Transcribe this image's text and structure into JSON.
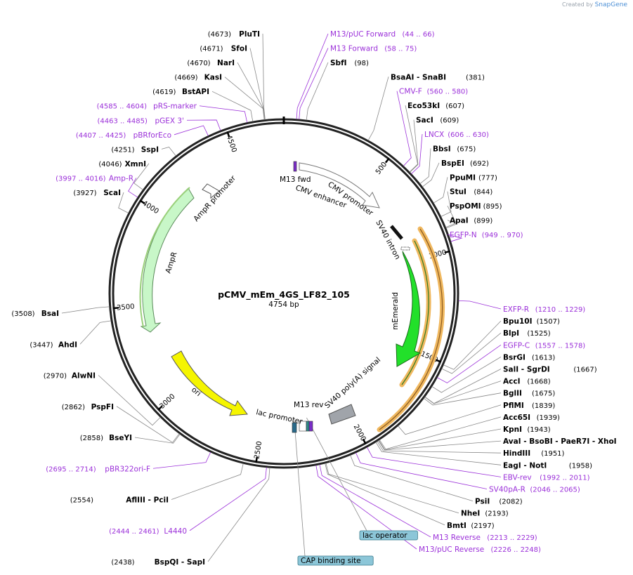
{
  "credit": {
    "prefix": "Created by",
    "brand": "SnapGene"
  },
  "plasmid": {
    "name": "pCMV_mEm_4GS_LF82_105",
    "size_text": "4754 bp",
    "length": 4754
  },
  "colors": {
    "feature": "#9b30d9",
    "enzyme": "#000000",
    "mEmerald": "#22e02a",
    "ori": "#f5f500",
    "AmpR": "#c8f7c8",
    "orf": "#f5b85c",
    "promoter": "#ffffff",
    "site_box": "#8cc6d8"
  },
  "ticks": [
    {
      "label": "500",
      "bp": 500
    },
    {
      "label": "1000",
      "bp": 1000
    },
    {
      "label": "1500",
      "bp": 1500
    },
    {
      "label": "2000",
      "bp": 2000
    },
    {
      "label": "2500",
      "bp": 2500
    },
    {
      "label": "3000",
      "bp": 3000
    },
    {
      "label": "3500",
      "bp": 3500
    },
    {
      "label": "4000",
      "bp": 4000
    },
    {
      "label": "4500",
      "bp": 4500
    }
  ],
  "enzymes": [
    {
      "name": "PluTI",
      "pos": "(4673)",
      "bp": 4673
    },
    {
      "name": "SfoI",
      "pos": "(4671)",
      "bp": 4671
    },
    {
      "name": "NarI",
      "pos": "(4670)",
      "bp": 4670
    },
    {
      "name": "KasI",
      "pos": "(4669)",
      "bp": 4669
    },
    {
      "name": "BstAPI",
      "pos": "(4619)",
      "bp": 4619
    },
    {
      "name": "SspI",
      "pos": "(4251)",
      "bp": 4251
    },
    {
      "name": "XmnI",
      "pos": "(4046)",
      "bp": 4046
    },
    {
      "name": "ScaI",
      "pos": "(3927)",
      "bp": 3927
    },
    {
      "name": "BsaI",
      "pos": "(3508)",
      "bp": 3508
    },
    {
      "name": "AhdI",
      "pos": "(3447)",
      "bp": 3447
    },
    {
      "name": "AlwNI",
      "pos": "(2970)",
      "bp": 2970
    },
    {
      "name": "PspFI",
      "pos": "(2862)",
      "bp": 2862
    },
    {
      "name": "BseYI",
      "pos": "(2858)",
      "bp": 2858
    },
    {
      "name": "AflIII",
      "name2": "PciI",
      "pos": "(2554)",
      "bp": 2554
    },
    {
      "name": "BspQI",
      "name2": "SapI",
      "pos": "(2438)",
      "bp": 2438
    },
    {
      "name": "SbfI",
      "pos": "(98)",
      "bp": 98
    },
    {
      "name": "BsaAI",
      "name2": "SnaBI",
      "pos": "(381)",
      "bp": 381
    },
    {
      "name": "Eco53kI",
      "pos": "(607)",
      "bp": 607
    },
    {
      "name": "SacI",
      "pos": "(609)",
      "bp": 609
    },
    {
      "name": "BbsI",
      "pos": "(675)",
      "bp": 675
    },
    {
      "name": "BspEI",
      "pos": "(692)",
      "bp": 692
    },
    {
      "name": "PpuMI",
      "pos": "(777)",
      "bp": 777
    },
    {
      "name": "StuI",
      "pos": "(844)",
      "bp": 844
    },
    {
      "name": "PspOMI",
      "pos": "(895)",
      "bp": 895
    },
    {
      "name": "ApaI",
      "pos": "(899)",
      "bp": 899
    },
    {
      "name": "Bpu10I",
      "pos": "(1507)",
      "bp": 1507
    },
    {
      "name": "BlpI",
      "pos": "(1525)",
      "bp": 1525
    },
    {
      "name": "BsrGI",
      "pos": "(1613)",
      "bp": 1613
    },
    {
      "name": "SalI",
      "name2": "SgrDI",
      "pos": "(1667)",
      "bp": 1667
    },
    {
      "name": "AccI",
      "pos": "(1668)",
      "bp": 1668
    },
    {
      "name": "BglII",
      "pos": "(1675)",
      "bp": 1675
    },
    {
      "name": "PflMI",
      "pos": "(1839)",
      "bp": 1839
    },
    {
      "name": "Acc65I",
      "pos": "(1939)",
      "bp": 1939
    },
    {
      "name": "KpnI",
      "pos": "(1943)",
      "bp": 1943
    },
    {
      "name": "AvaI",
      "name2": "BsoBI",
      "name3": "PaeR7I",
      "name4": "XhoI",
      "pos": "(1945)",
      "bp": 1945
    },
    {
      "name": "HindIII",
      "pos": "(1951)",
      "bp": 1951
    },
    {
      "name": "EagI",
      "name2": "NotI",
      "pos": "(1958)",
      "bp": 1958
    },
    {
      "name": "PsiI",
      "pos": "(2082)",
      "bp": 2082
    },
    {
      "name": "NheI",
      "pos": "(2193)",
      "bp": 2193
    },
    {
      "name": "BmtI",
      "pos": "(2197)",
      "bp": 2197
    }
  ],
  "primers": [
    {
      "name": "M13/pUC Forward",
      "range": "(44 .. 66)",
      "bp": 55
    },
    {
      "name": "M13 Forward",
      "range": "(58 .. 75)",
      "bp": 66
    },
    {
      "name": "CMV-F",
      "range": "(560 .. 580)",
      "bp": 570
    },
    {
      "name": "LNCX",
      "range": "(606 .. 630)",
      "bp": 618
    },
    {
      "name": "EGFP-N",
      "range": "(949 .. 970)",
      "bp": 960
    },
    {
      "name": "EXFP-R",
      "range": "(1210 .. 1229)",
      "bp": 1220
    },
    {
      "name": "EGFP-C",
      "range": "(1557 .. 1578)",
      "bp": 1568
    },
    {
      "name": "EBV-rev",
      "range": "(1992 .. 2011)",
      "bp": 2002
    },
    {
      "name": "SV40pA-R",
      "range": "(2046 .. 2065)",
      "bp": 2056
    },
    {
      "name": "M13 Reverse",
      "range": "(2213 .. 2229)",
      "bp": 2221
    },
    {
      "name": "M13/pUC Reverse",
      "range": "(2226 .. 2248)",
      "bp": 2237
    },
    {
      "name": "L4440",
      "range": "(2444 .. 2461)",
      "bp": 2452
    },
    {
      "name": "pBR322ori-F",
      "range": "(2695 .. 2714)",
      "bp": 2704
    },
    {
      "name": "Amp-R",
      "range": "(3997 .. 4016)",
      "bp": 4006
    },
    {
      "name": "pBRforEco",
      "range": "(4407 .. 4425)",
      "bp": 4416
    },
    {
      "name": "pGEX 3'",
      "range": "(4463 .. 4485)",
      "bp": 4474
    },
    {
      "name": "pRS-marker",
      "range": "(4585 .. 4604)",
      "bp": 4594
    }
  ],
  "sites": [
    {
      "name": "lac operator",
      "bp": 2240
    },
    {
      "name": "CAP binding site",
      "bp": 2315
    }
  ],
  "features": [
    {
      "name": "M13 fwd",
      "type": "primer_bind"
    },
    {
      "name": "CMV enhancer",
      "type": "enhancer"
    },
    {
      "name": "CMV promoter",
      "type": "promoter"
    },
    {
      "name": "SV40 intron",
      "type": "intron"
    },
    {
      "name": "mEmerald",
      "type": "CDS"
    },
    {
      "name": "SV40 poly(A) signal",
      "type": "polyA_signal"
    },
    {
      "name": "M13 rev",
      "type": "primer_bind"
    },
    {
      "name": "lac promoter",
      "type": "promoter"
    },
    {
      "name": "ori",
      "type": "rep_origin"
    },
    {
      "name": "AmpR",
      "type": "CDS"
    },
    {
      "name": "AmpR promoter",
      "type": "promoter"
    }
  ]
}
